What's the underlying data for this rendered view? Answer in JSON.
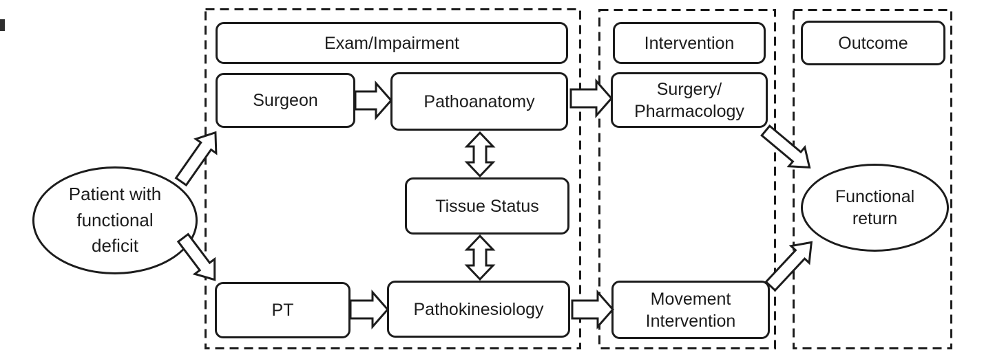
{
  "patient": {
    "label": "Patient with\nfunctional\ndeficit"
  },
  "exam_section": {
    "header": "Exam/Impairment",
    "surgeon": "Surgeon",
    "pathoanatomy": "Pathoanatomy",
    "tissue_status": "Tissue Status",
    "pt": "PT",
    "pathokinesiology": "Pathokinesiology"
  },
  "intervention_section": {
    "header": "Intervention",
    "surgery_pharmacology": "Surgery/\nPharmacology",
    "movement_intervention": "Movement\nIntervention"
  },
  "outcome_section": {
    "header": "Outcome",
    "functional_return": "Functional\nreturn"
  },
  "colors": {
    "line": "#1c1c1c",
    "background": "#ffffff"
  }
}
